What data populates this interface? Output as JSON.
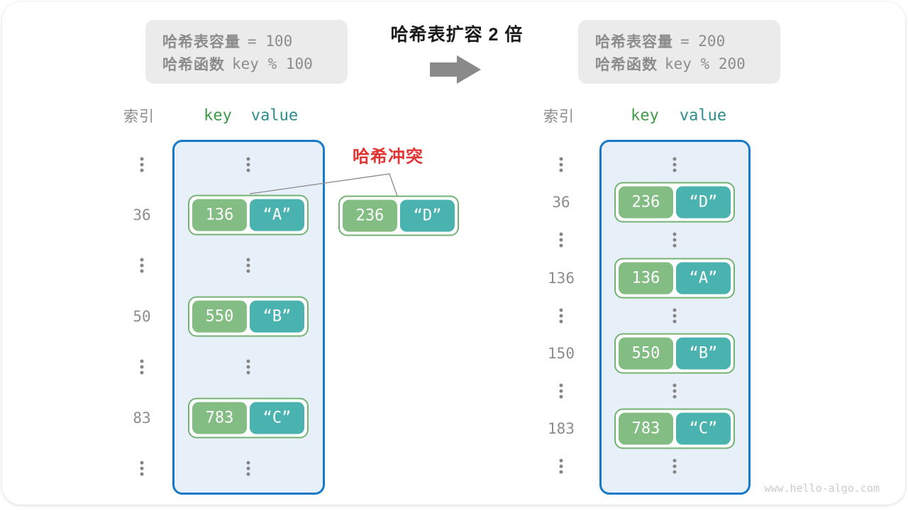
{
  "top": {
    "before_box": {
      "capacity_label": "哈希表容量",
      "capacity_value": "= 100",
      "hash_fn_label": "哈希函数",
      "hash_fn_value": "key % 100"
    },
    "expand_title": "哈希表扩容 2 倍",
    "after_box": {
      "capacity_label": "哈希表容量",
      "capacity_value": "= 200",
      "hash_fn_label": "哈希函数",
      "hash_fn_value": "key % 200"
    }
  },
  "collision": {
    "label": "哈希冲突",
    "pair": {
      "key": "236",
      "value": "“D”"
    }
  },
  "tables": {
    "before": {
      "index_header": "索引",
      "key_header": "key",
      "value_header": "value",
      "rows": [
        {
          "type": "dots"
        },
        {
          "type": "pair",
          "index": "36",
          "key": "136",
          "value": "“A”"
        },
        {
          "type": "dots"
        },
        {
          "type": "pair",
          "index": "50",
          "key": "550",
          "value": "“B”"
        },
        {
          "type": "dots"
        },
        {
          "type": "pair",
          "index": "83",
          "key": "783",
          "value": "“C”"
        },
        {
          "type": "dots"
        }
      ]
    },
    "after": {
      "index_header": "索引",
      "key_header": "key",
      "value_header": "value",
      "rows": [
        {
          "type": "dots"
        },
        {
          "type": "pair",
          "index": "36",
          "key": "236",
          "value": "“D”"
        },
        {
          "type": "dots"
        },
        {
          "type": "pair",
          "index": "136",
          "key": "136",
          "value": "“A”"
        },
        {
          "type": "dots"
        },
        {
          "type": "pair",
          "index": "150",
          "key": "550",
          "value": "“B”"
        },
        {
          "type": "dots"
        },
        {
          "type": "pair",
          "index": "183",
          "key": "783",
          "value": "“C”"
        },
        {
          "type": "dots"
        }
      ]
    }
  },
  "watermark": "www.hello-algo.com",
  "colors": {
    "key_green": "#83bd83",
    "value_teal": "#4ab3af",
    "pair_border": "#74b274",
    "table_fill": "#e7f0f9",
    "table_border": "#1879c9",
    "muted_gray": "#8c8c8c",
    "collision_red": "#e23333",
    "key_header_green": "#3d9b4a",
    "value_header_teal": "#2b8c8c",
    "arrow_gray": "#8a8a8a"
  }
}
